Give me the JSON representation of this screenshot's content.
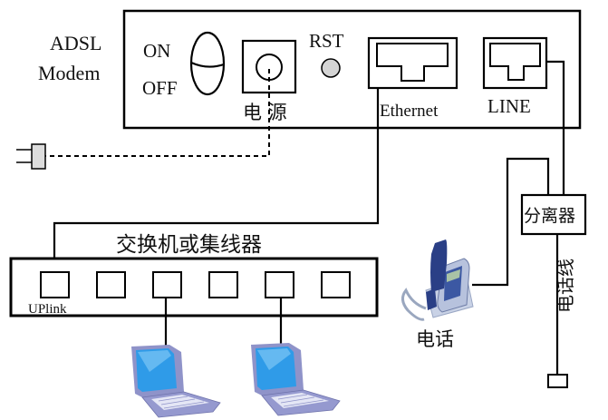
{
  "modem": {
    "title_line1": "ADSL",
    "title_line2": "Modem",
    "switch_on": "ON",
    "switch_off": "OFF",
    "power_label": "电 源",
    "reset_label": "RST",
    "ethernet_label": "Ethernet",
    "line_label": "LINE"
  },
  "hub": {
    "title": "交换机或集线器",
    "uplink_label": "UPlink",
    "port_count": 6
  },
  "splitter": {
    "label": "分离器"
  },
  "phone": {
    "label": "电话"
  },
  "phone_line": {
    "label": "电话线"
  },
  "devices": {
    "laptops": [
      "laptop-1",
      "laptop-2"
    ],
    "plug": "power-plug"
  },
  "colors": {
    "line": "#000000",
    "reset_button": "#d4d4d4",
    "plug_body": "#dcdcdc",
    "laptop_body": "#8f93c9",
    "laptop_screen": "#2f9be8",
    "phone_body": "#c9d2e6",
    "phone_handset": "#2a3f86"
  }
}
